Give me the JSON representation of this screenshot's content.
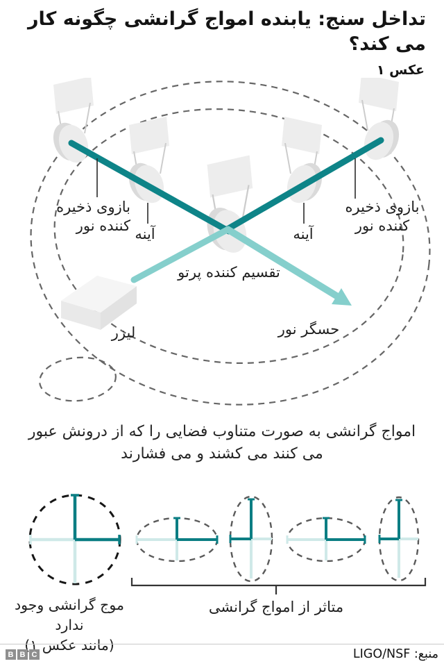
{
  "title": "تداخل سنج: یابنده امواج گرانشی چگونه کار می کند؟",
  "photo_label": "عکس ۱",
  "diagram": {
    "left_arm_line1": "بازوی ذخیره",
    "left_arm_line2": "کننده نور",
    "mirror_left": "آینه",
    "beam_splitter": "تقسیم کننده پرتو",
    "mirror_right": "آینه",
    "right_arm_line1": "بازوی ذخیره",
    "right_arm_line2": "کننده نور",
    "laser": "لیزر",
    "light_sensor": "حسگر نور"
  },
  "caption": {
    "line1": "امواج گرانشی به صورت متناوب فضایی را که از درونش عبور",
    "line2": "می کنند می کشند و می فشارند"
  },
  "wave_section": {
    "no_wave_line1": "موج گرانشی وجود ندارد",
    "no_wave_line2": "(مانند عکس ۱)",
    "affected_label": "متاثر از امواج گرانشی"
  },
  "footer": {
    "bbc_letters": [
      "B",
      "B",
      "C"
    ],
    "source": "منبع: LIGO/NSF"
  },
  "colors": {
    "beam_dark_teal": "#0e8488",
    "beam_light_teal": "#85cfcc",
    "cross_dark_teal": "#0b7e83",
    "cross_pale_teal": "#cfe9e8",
    "dashed_gray": "#666666",
    "dashed_black": "#161616",
    "mirror_gray": "#ececec",
    "bbc_box_gray": "#8f8f8f"
  }
}
